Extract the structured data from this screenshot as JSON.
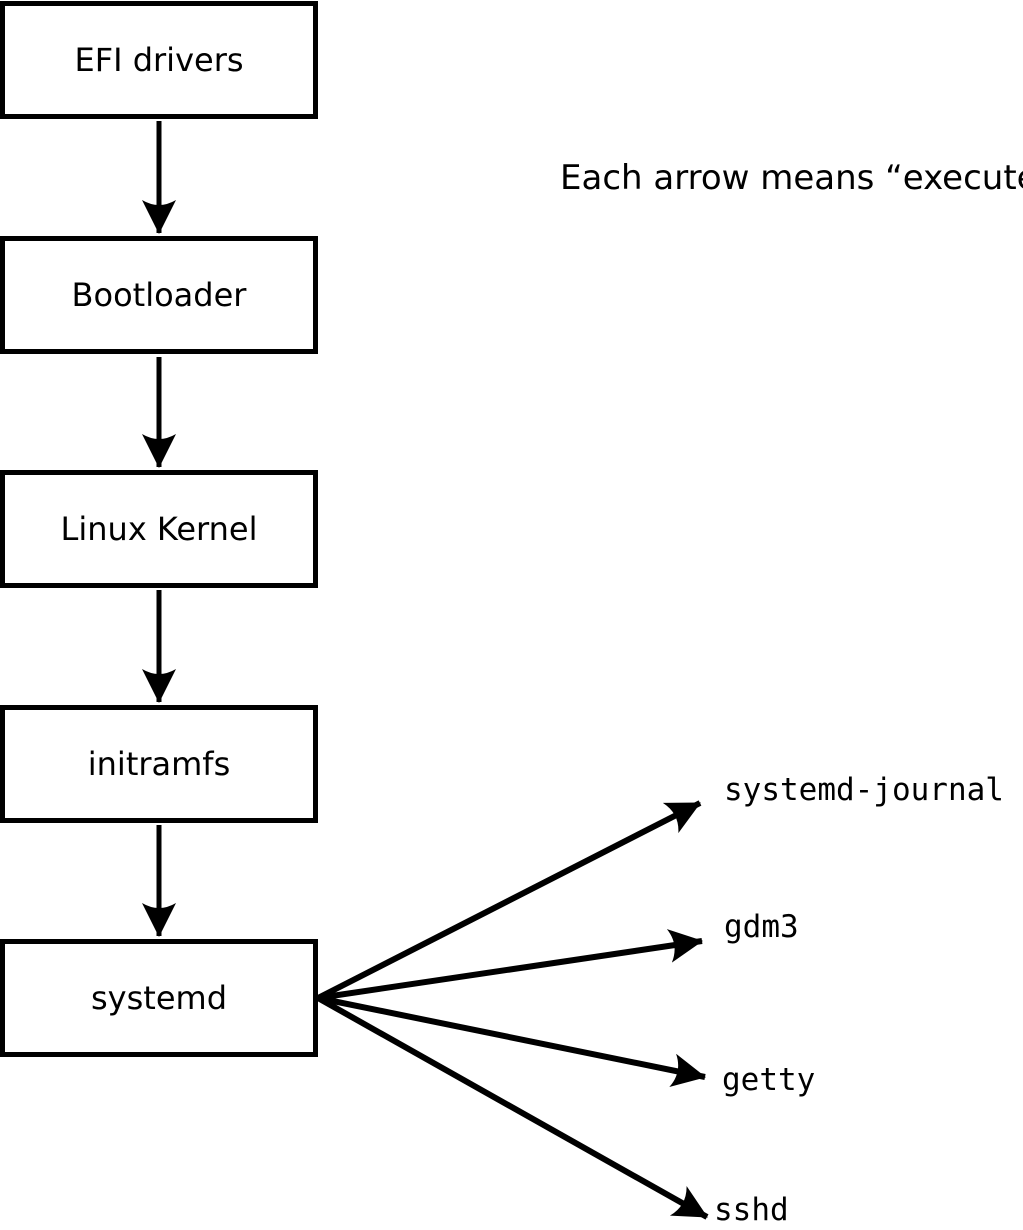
{
  "note": {
    "text": "Each arrow means “executes”."
  },
  "flow": {
    "boxes": [
      {
        "label": "EFI drivers"
      },
      {
        "label": "Bootloader"
      },
      {
        "label": "Linux Kernel"
      },
      {
        "label": "initramfs"
      },
      {
        "label": "systemd"
      }
    ],
    "targets": [
      {
        "label": "systemd-journal"
      },
      {
        "label": "gdm3"
      },
      {
        "label": "getty"
      },
      {
        "label": "sshd"
      }
    ]
  },
  "colors": {
    "line": "#000000",
    "background": "#ffffff"
  }
}
